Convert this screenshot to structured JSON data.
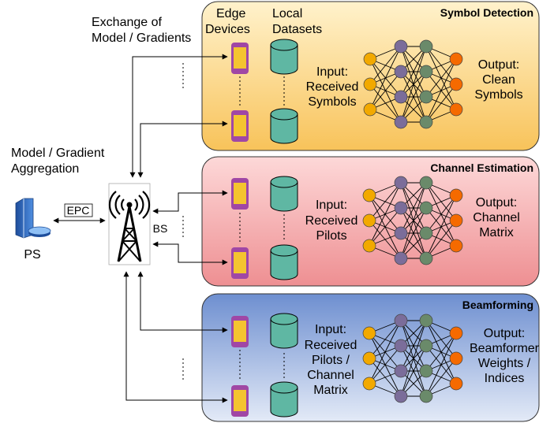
{
  "colors": {
    "panel_yellow_top": "#FFF2CC",
    "panel_yellow_bottom": "#F8C35A",
    "panel_red_top": "#FDD8D8",
    "panel_red_bottom": "#EE8F92",
    "panel_blue_top": "#6E8FD0",
    "panel_blue_bottom": "#E3EAF7",
    "input_node": "#F2A900",
    "hidden1_node": "#7B6D9A",
    "hidden2_node": "#6A8A6A",
    "output_node": "#F56A00",
    "dataset": "#5FB7A3",
    "phone": "#A047A5",
    "phone_screen": "#F4C430"
  },
  "left": {
    "exchange_line1": "Exchange of",
    "exchange_line2": "Model / Gradients",
    "aggregation_line1": "Model / Gradient",
    "aggregation_line2": "Aggregation",
    "epc_label": "EPC",
    "ps_label": "PS",
    "bs_label": "BS"
  },
  "panels": [
    {
      "title": "Symbol Detection",
      "col_devices_1": "Edge",
      "col_devices_2": "Devices",
      "col_datasets_1": "Local",
      "col_datasets_2": "Datasets",
      "input_lines": [
        "Input:",
        "Received",
        "Symbols"
      ],
      "output_lines": [
        "Output:",
        "Clean",
        "Symbols"
      ]
    },
    {
      "title": "Channel Estimation",
      "input_lines": [
        "Input:",
        "Received",
        "Pilots"
      ],
      "output_lines": [
        "Output:",
        "Channel",
        "Matrix"
      ]
    },
    {
      "title": "Beamforming",
      "input_lines": [
        "Input:",
        "Received",
        "Pilots /",
        "Channel",
        "Matrix"
      ],
      "output_lines": [
        "Output:",
        "Beamformer",
        "Weights /",
        "Indices"
      ]
    }
  ]
}
